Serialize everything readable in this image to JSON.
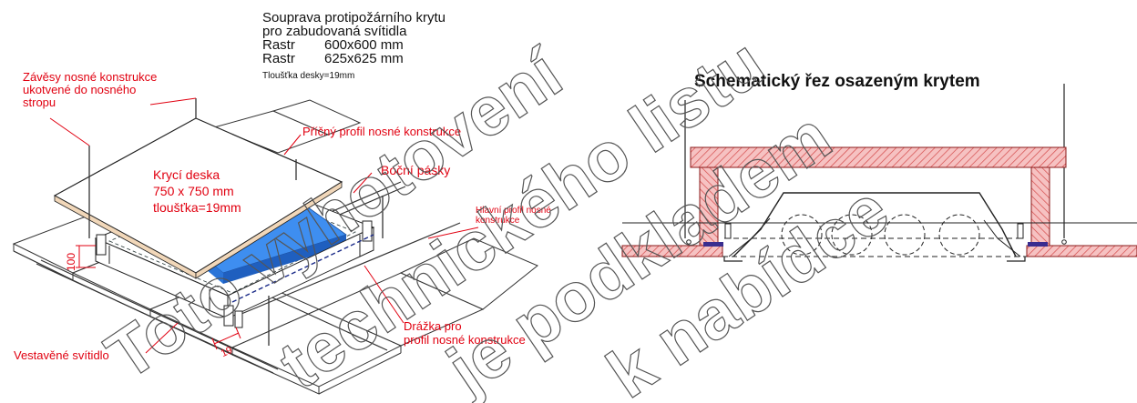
{
  "title_block": {
    "line1": "Souprava protipožárního krytu",
    "line2": "pro zabudovaná svítidla",
    "rastr1_label": "Rastr",
    "rastr1_value": "600x600 mm",
    "rastr2_label": "Rastr",
    "rastr2_value": "625x625 mm",
    "thickness": "Tloušťka desky=19mm"
  },
  "labels": {
    "zavesy_1": "Závěsy nosné konstrukce",
    "zavesy_2": "ukotvené do nosného",
    "zavesy_3": "stropu",
    "pricny": "Příčný profil nosné konstrukce",
    "kryci_1": "Krycí deska",
    "kryci_2": "750 x 750 mm",
    "kryci_3": "tloušťka=19mm",
    "bocni": "Boční pásky",
    "hlavni_1": "Hlavní profil nosné",
    "hlavni_2": "konstrukce",
    "drazka_1": "Drážka pro",
    "drazka_2": "profil nosné konstrukce",
    "vestavene": "Vestavěné svítidlo",
    "dim_100": "100",
    "dim_19": "19"
  },
  "section_title": "Schematický řez osazeným krytem",
  "watermark": "Toto vyhotovení technického listu je podkladem k nabídce"
}
